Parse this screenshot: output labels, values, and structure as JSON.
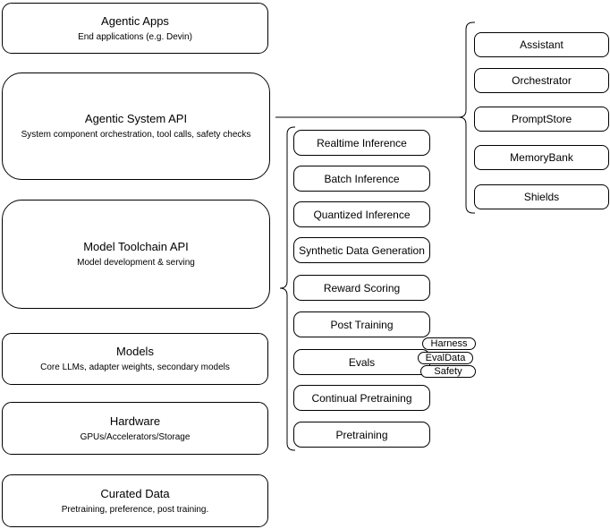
{
  "colors": {
    "stroke": "#000000",
    "background": "#ffffff",
    "text": "#000000"
  },
  "layers": [
    {
      "title": "Agentic Apps",
      "subtitle": "End applications (e.g. Devin)"
    },
    {
      "title": "Agentic System API",
      "subtitle": "System component orchestration, tool calls, safety checks"
    },
    {
      "title": "Model Toolchain API",
      "subtitle": "Model development & serving"
    },
    {
      "title": "Models",
      "subtitle": "Core LLMs, adapter weights, secondary models"
    },
    {
      "title": "Hardware",
      "subtitle": "GPUs/Accelerators/Storage"
    },
    {
      "title": "Curated Data",
      "subtitle": "Pretraining, preference, post training."
    }
  ],
  "toolchain_services": [
    "Realtime Inference",
    "Batch Inference",
    "Quantized Inference",
    "Synthetic Data Generation",
    "Reward Scoring",
    "Post Training",
    "Evals",
    "Continual Pretraining",
    "Pretraining"
  ],
  "system_components": [
    "Assistant",
    "Orchestrator",
    "PromptStore",
    "MemoryBank",
    "Shields"
  ],
  "eval_badges": [
    "Harness",
    "EvalData",
    "Safety"
  ]
}
